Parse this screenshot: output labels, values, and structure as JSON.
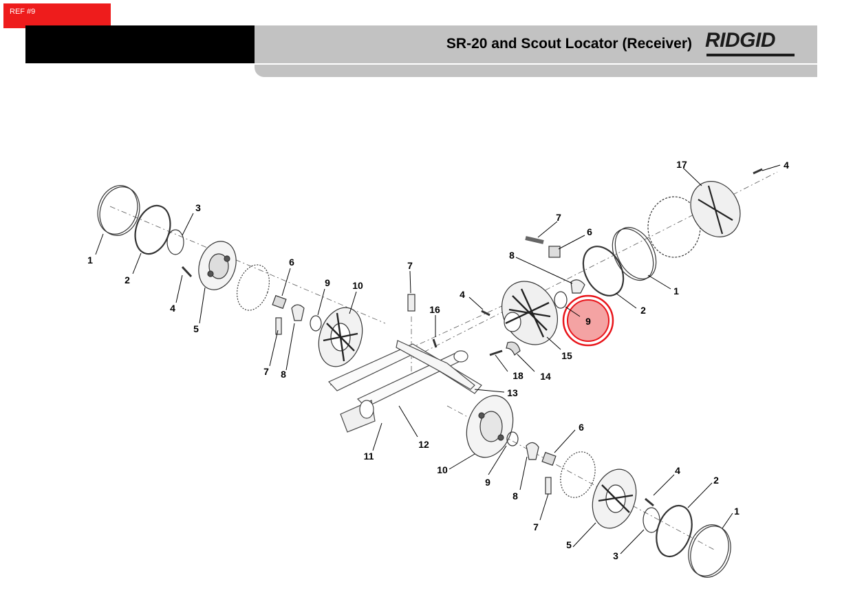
{
  "ref_tag": "REF #9",
  "header": {
    "title": "SR-20 and Scout Locator (Receiver)",
    "brand": "RIDGID"
  },
  "highlight": {
    "label": "9",
    "color": "#e8141a"
  },
  "callouts": [
    "1",
    "2",
    "3",
    "4",
    "5",
    "6",
    "7",
    "8",
    "9",
    "10",
    "11",
    "12",
    "13",
    "14",
    "15",
    "16",
    "17",
    "18"
  ],
  "colors": {
    "tag": "#ee1c1c",
    "bar_dark": "#000000",
    "bar_gray": "#c2c2c2"
  }
}
